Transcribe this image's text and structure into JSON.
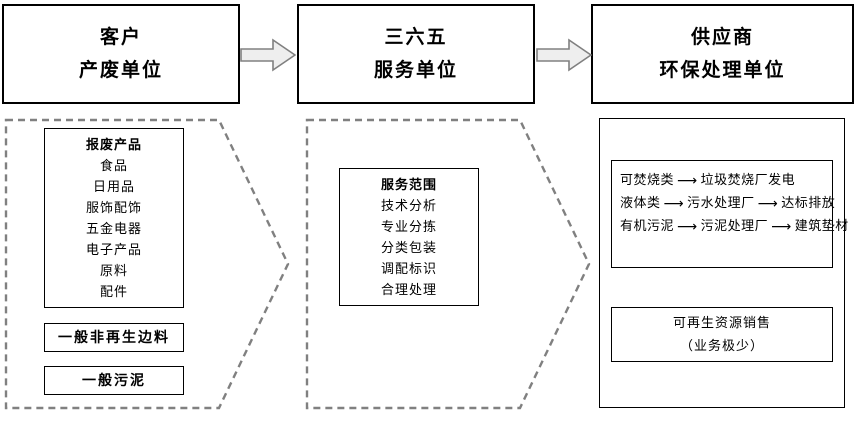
{
  "roles": [
    {
      "name": "customer",
      "line1": "客户",
      "line2": "产废单位"
    },
    {
      "name": "service",
      "line1": "三六五",
      "line2": "服务单位"
    },
    {
      "name": "supplier",
      "line1": "供应商",
      "line2": "环保处理单位"
    }
  ],
  "arrows": {
    "flow_1": "arrow-right-block",
    "flow_2": "arrow-right-block",
    "fill": "#eeeeee",
    "stroke": "#808080"
  },
  "customer_lane": {
    "scrap_products": {
      "title": "报废产品",
      "items": [
        "食品",
        "日用品",
        "服饰配饰",
        "五金电器",
        "电子产品",
        "原料",
        "配件"
      ]
    },
    "general_offcut": "一般非再生边料",
    "general_sludge": "一般污泥"
  },
  "service_lane": {
    "service_scope": {
      "title": "服务范围",
      "items": [
        "技术分析",
        "专业分拣",
        "分类包装",
        "调配标识",
        "合理处理"
      ]
    }
  },
  "supplier_lane": {
    "disposal_routes": [
      {
        "source": "可焚烧类",
        "steps": [
          "垃圾焚烧厂发电"
        ]
      },
      {
        "source": "液体类",
        "steps": [
          "污水处理厂",
          "达标排放"
        ]
      },
      {
        "source": "有机污泥",
        "steps": [
          "污泥处理厂",
          "建筑垫材"
        ]
      }
    ],
    "recycle_sales": {
      "line1": "可再生资源销售",
      "line2": "（业务极少）"
    }
  },
  "style": {
    "border_color": "#000000",
    "dash_color": "#808080",
    "background": "#ffffff"
  }
}
